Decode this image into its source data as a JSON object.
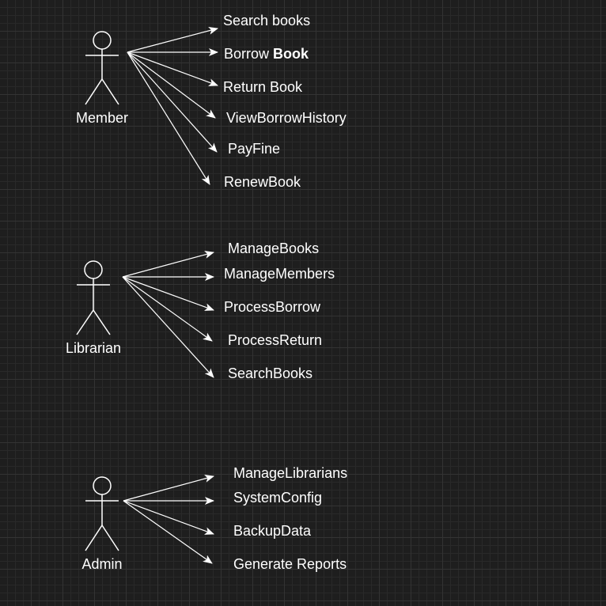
{
  "colors": {
    "background": "#1e1e1e",
    "grid": "#333333",
    "stroke": "#ffffff",
    "text": "#ffffff"
  },
  "actors": [
    {
      "id": "member",
      "name": "Member",
      "use_cases": [
        {
          "text": "Search books"
        },
        {
          "text": "Borrow ",
          "bold_text": "Book"
        },
        {
          "text": "Return Book"
        },
        {
          "text": "ViewBorrowHistory"
        },
        {
          "text": "PayFine"
        },
        {
          "text": "RenewBook"
        }
      ]
    },
    {
      "id": "librarian",
      "name": "Librarian",
      "use_cases": [
        {
          "text": "ManageBooks"
        },
        {
          "text": "ManageMembers"
        },
        {
          "text": "ProcessBorrow"
        },
        {
          "text": "ProcessReturn"
        },
        {
          "text": "SearchBooks"
        }
      ]
    },
    {
      "id": "admin",
      "name": "Admin",
      "use_cases": [
        {
          "text": "ManageLibrarians"
        },
        {
          "text": "SystemConfig"
        },
        {
          "text": "BackupData"
        },
        {
          "text": "Generate Reports"
        }
      ]
    }
  ]
}
